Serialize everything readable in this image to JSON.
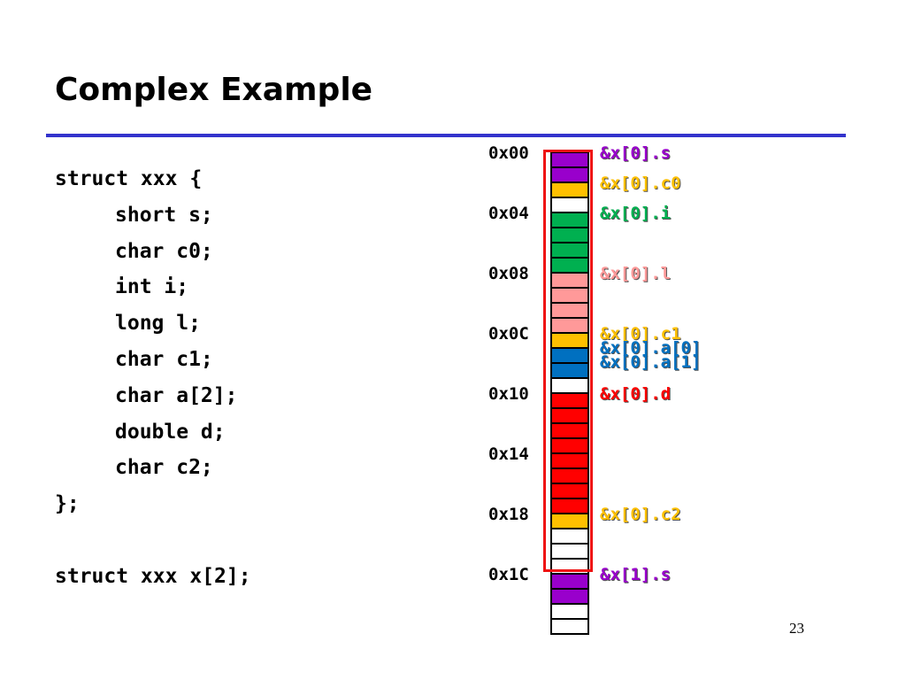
{
  "slide": {
    "title": "Complex Example",
    "page_number": "23"
  },
  "code_lines": [
    {
      "text": "struct xxx {",
      "indent": false
    },
    {
      "text": "short s;",
      "indent": true
    },
    {
      "text": "char c0;",
      "indent": true
    },
    {
      "text": "int i;",
      "indent": true
    },
    {
      "text": "long l;",
      "indent": true
    },
    {
      "text": "char c1;",
      "indent": true
    },
    {
      "text": "char a[2];",
      "indent": true
    },
    {
      "text": "double d;",
      "indent": true
    },
    {
      "text": "char c2;",
      "indent": true
    },
    {
      "text": "};",
      "indent": false
    },
    {
      "text": "",
      "indent": false
    },
    {
      "text": "struct xxx x[2];",
      "indent": false
    }
  ],
  "addresses": [
    "0x00",
    "0x04",
    "0x08",
    "0x0C",
    "0x10",
    "0x14",
    "0x18",
    "0x1C"
  ],
  "colors": {
    "purple": "#9900cc",
    "gold": "#ffc000",
    "green": "#00b050",
    "pink": "#ff9999",
    "blue": "#0070c0",
    "red": "#ff0000",
    "white": "#ffffff",
    "frame": "#ee1111",
    "rule": "#3333cc"
  },
  "memory_bytes": [
    "purple",
    "purple",
    "gold",
    "white",
    "green",
    "green",
    "green",
    "green",
    "pink",
    "pink",
    "pink",
    "pink",
    "gold",
    "blue",
    "blue",
    "white",
    "red",
    "red",
    "red",
    "red",
    "red",
    "red",
    "red",
    "red",
    "gold",
    "white",
    "white",
    "white",
    "purple",
    "purple",
    "white",
    "white"
  ],
  "field_labels": [
    {
      "text": "&x[0].s",
      "byte": 0,
      "color": "#9900cc"
    },
    {
      "text": "&x[0].c0",
      "byte": 2,
      "color": "#ffc000"
    },
    {
      "text": "&x[0].i",
      "byte": 4,
      "color": "#00b050"
    },
    {
      "text": "&x[0].l",
      "byte": 8,
      "color": "#ff9999"
    },
    {
      "text": "&x[0].c1",
      "byte": 12,
      "color": "#ffc000"
    },
    {
      "text": "&x[0].a[0]",
      "byte": 13,
      "color": "#0070c0"
    },
    {
      "text": "&x[0].a[1]",
      "byte": 14,
      "color": "#0070c0"
    },
    {
      "text": "&x[0].d",
      "byte": 16,
      "color": "#ff0000"
    },
    {
      "text": "&x[0].c2",
      "byte": 24,
      "color": "#ffc000"
    },
    {
      "text": "&x[1].s",
      "byte": 28,
      "color": "#9900cc"
    }
  ]
}
